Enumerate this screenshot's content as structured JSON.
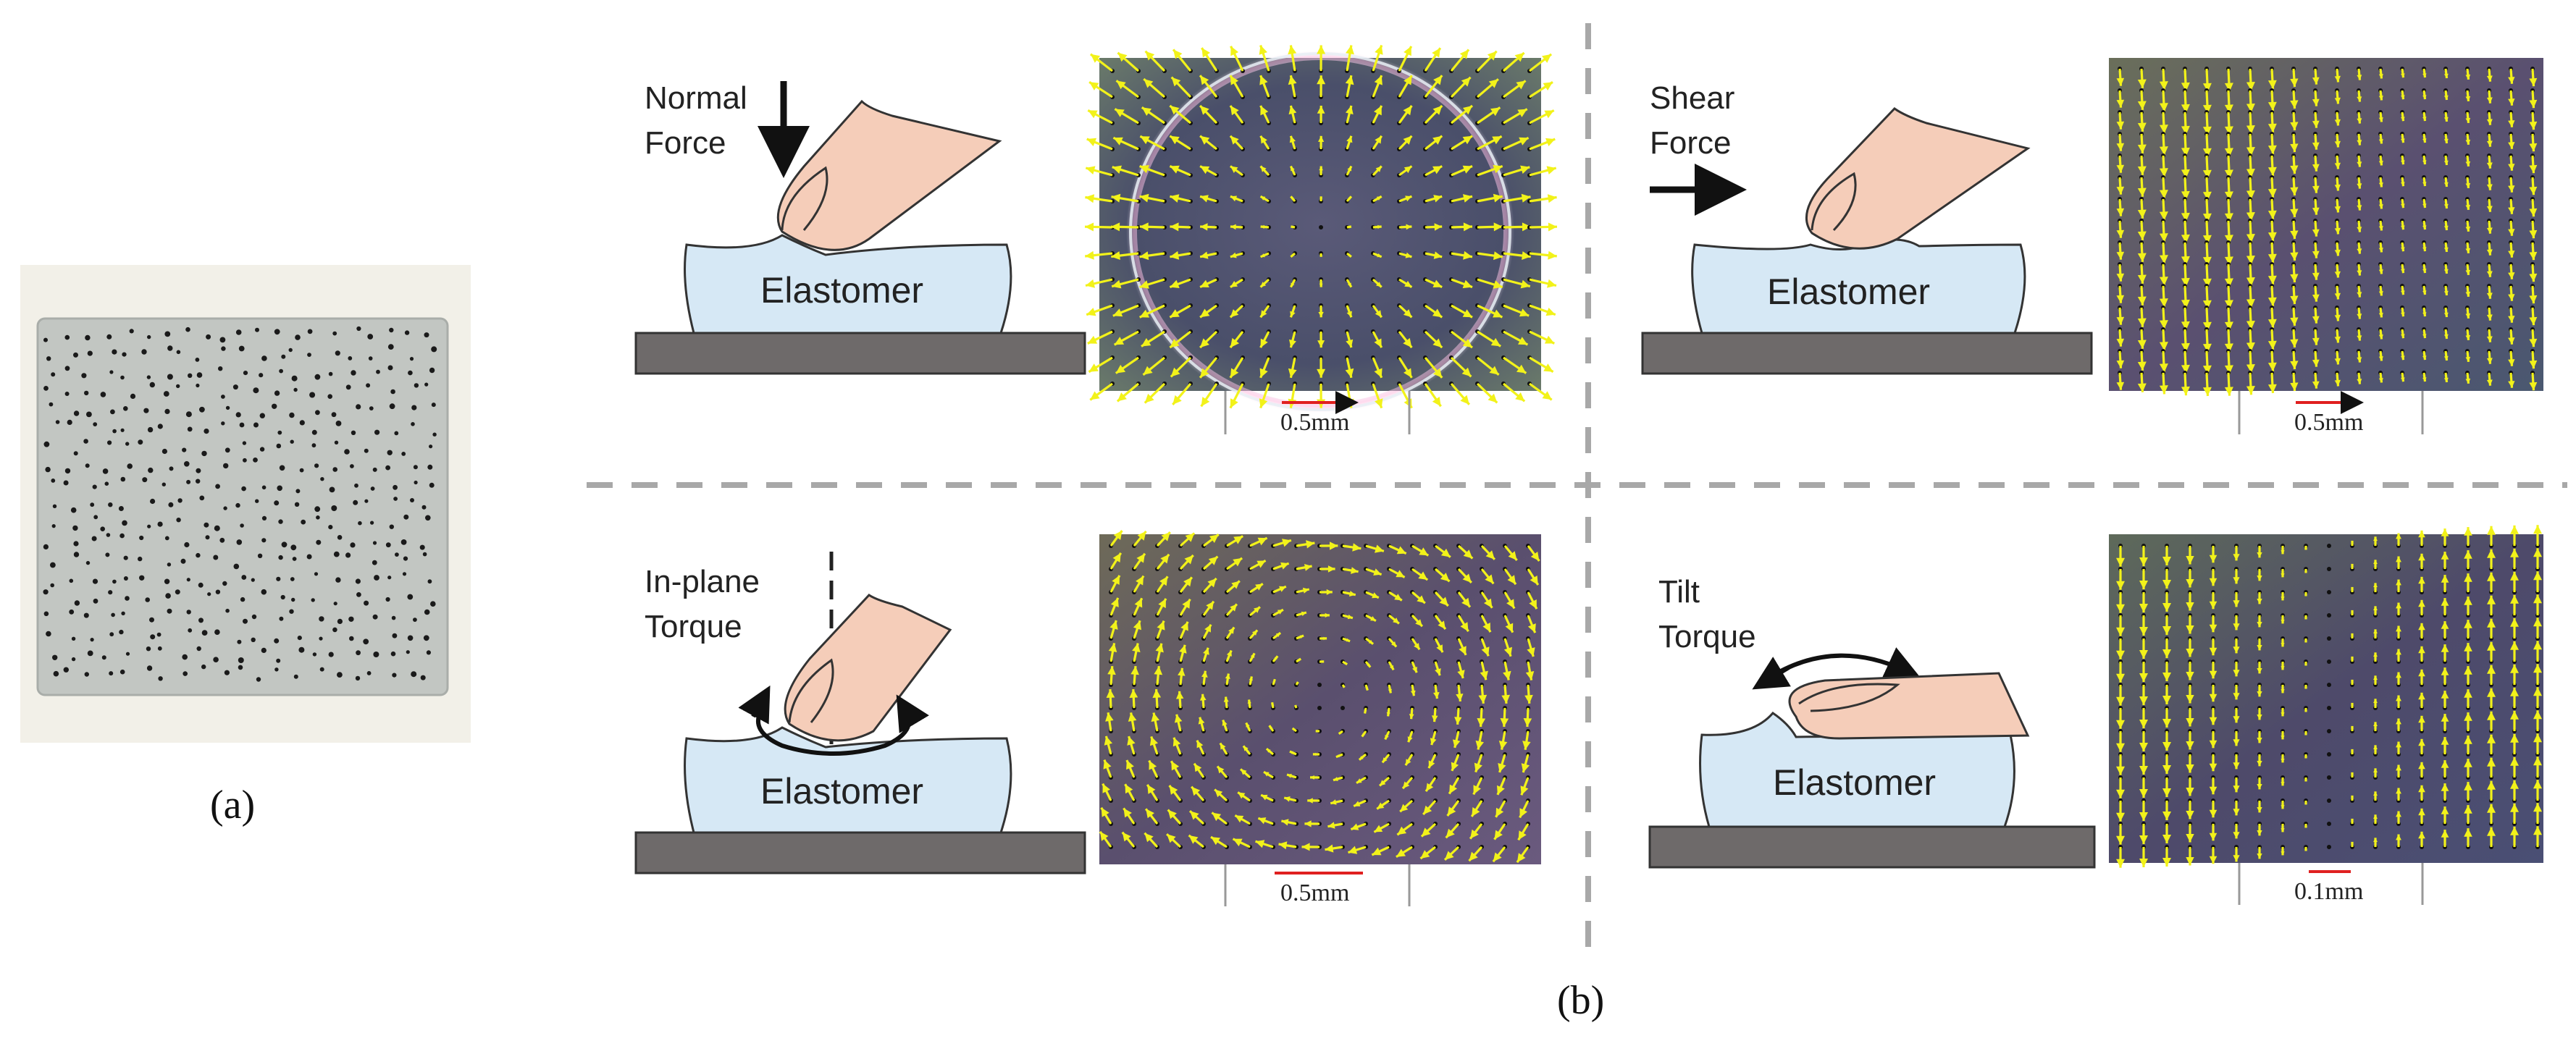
{
  "captions": {
    "a": "(a)",
    "b": "(b)"
  },
  "panels": {
    "normal": {
      "label_line1": "Normal",
      "label_line2": "Force",
      "elastomer": "Elastomer",
      "scale": "0.5mm",
      "field": "radial"
    },
    "shear": {
      "label_line1": "Shear",
      "label_line2": "Force",
      "elastomer": "Elastomer",
      "scale": "0.5mm",
      "field": "down"
    },
    "inplane": {
      "label_line1": "In-plane",
      "label_line2": "Torque",
      "elastomer": "Elastomer",
      "scale": "0.5mm",
      "field": "swirl"
    },
    "tilt": {
      "label_line1": "Tilt",
      "label_line2": "Torque",
      "elastomer": "Elastomer",
      "scale": "0.1mm",
      "field": "tilt"
    }
  },
  "colors": {
    "elastomer_fill": "#d6e8f5",
    "finger_fill": "#f5cdb9",
    "base_fill": "#6e6a6a",
    "arrow_yellow": "#f2f21a",
    "scale_red": "#e02020",
    "divider": "#a8a8a8"
  }
}
